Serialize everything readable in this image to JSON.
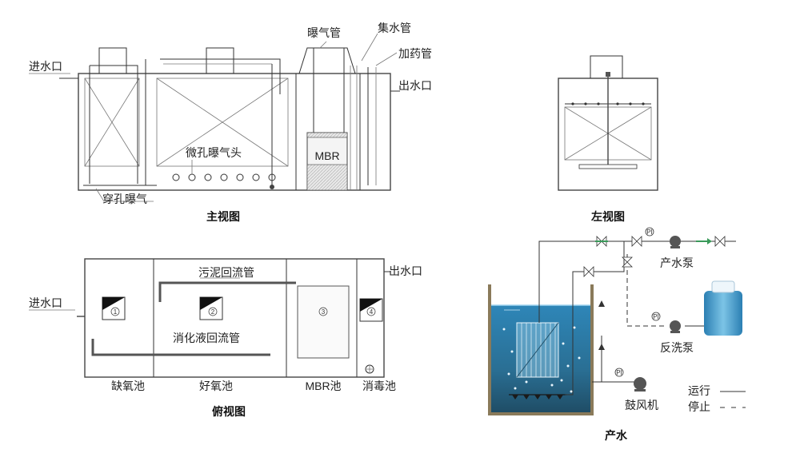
{
  "front_view": {
    "caption": "主视图",
    "labels": {
      "inlet": "进水口",
      "aeration_pipe": "曝气管",
      "water_collect_pipe": "集水管",
      "dosing_pipe": "加药管",
      "outlet": "出水口",
      "micro_aerator": "微孔曝气头",
      "perforated_aeration": "穿孔曝气",
      "mbr": "MBR"
    }
  },
  "left_view": {
    "caption": "左视图"
  },
  "top_view": {
    "caption": "俯视图",
    "labels": {
      "inlet": "进水口",
      "outlet": "出水口",
      "sludge_return": "污泥回流管",
      "nitrate_return": "消化液回流管"
    },
    "tanks": [
      {
        "name": "缺氧池",
        "num": "1"
      },
      {
        "name": "好氧池",
        "num": "2"
      },
      {
        "name": "MBR池",
        "num": "3"
      },
      {
        "name": "消毒池",
        "num": "4"
      }
    ]
  },
  "process": {
    "caption": "产水",
    "labels": {
      "product_pump": "产水泵",
      "backwash_pump": "反洗泵",
      "blower": "鼓风机",
      "gauge": "PI"
    },
    "legend": {
      "running": "运行",
      "stopped": "停止"
    }
  }
}
